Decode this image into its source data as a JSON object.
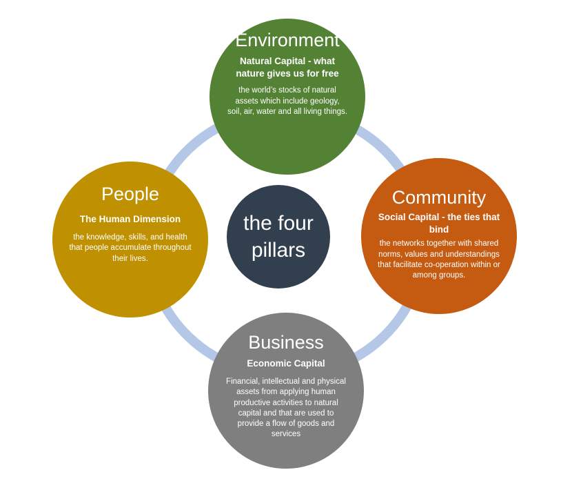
{
  "diagram": {
    "center_label": "the four pillars",
    "ring_color": "#b4c7e7",
    "pillars": {
      "environment": {
        "title": "Environment",
        "subtitle": "Natural Capital - what nature gives us for free",
        "description": "the world’s stocks of natural assets which include geology, soil, air, water and all living things.",
        "color": "#548235"
      },
      "community": {
        "title": "Community",
        "subtitle": "Social Capital - the ties that bind",
        "description": "the networks together with shared norms, values and understandings that facilitate co-operation within or among groups.",
        "color": "#c55a11"
      },
      "people": {
        "title": "People",
        "subtitle": "The Human Dimension",
        "description": "the knowledge, skills, and health that people accumulate throughout their lives.",
        "color": "#bf9000"
      },
      "business": {
        "title": "Business",
        "subtitle": "Economic Capital",
        "description": "Financial, intellectual and physical assets from applying human productive activities to natural capital and that are used to provide a flow of goods and services",
        "color": "#7f7f7f"
      }
    }
  }
}
